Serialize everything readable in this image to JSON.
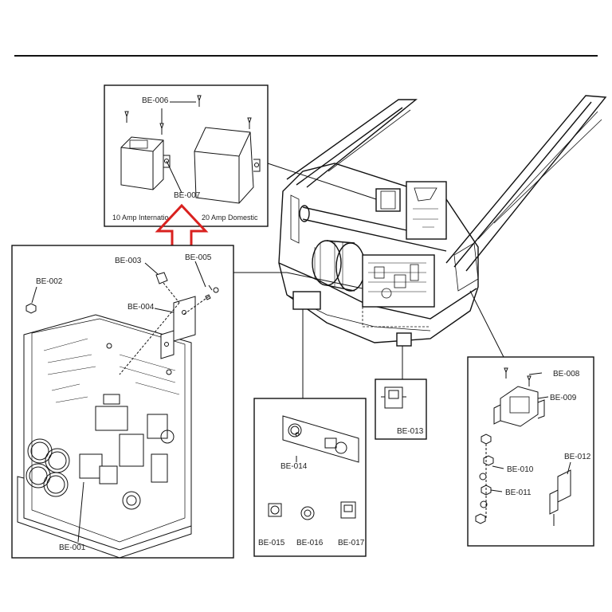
{
  "callouts": {
    "be001": "BE-001",
    "be002": "BE-002",
    "be003": "BE-003",
    "be004": "BE-004",
    "be005": "BE-005",
    "be006": "BE-006",
    "be007": "BE-007",
    "be008": "BE-008",
    "be009": "BE-009",
    "be010": "BE-010",
    "be011": "BE-011",
    "be012": "BE-012",
    "be013": "BE-013",
    "be014": "BE-014",
    "be015": "BE-015",
    "be016": "BE-016",
    "be017": "BE-017"
  },
  "captions": {
    "filter_10a": "10 Amp Internatio",
    "filter_20a": "20 Amp Domestic"
  },
  "colors": {
    "line": "#111111",
    "highlight_arrow": "#d9211f",
    "background": "#ffffff"
  }
}
